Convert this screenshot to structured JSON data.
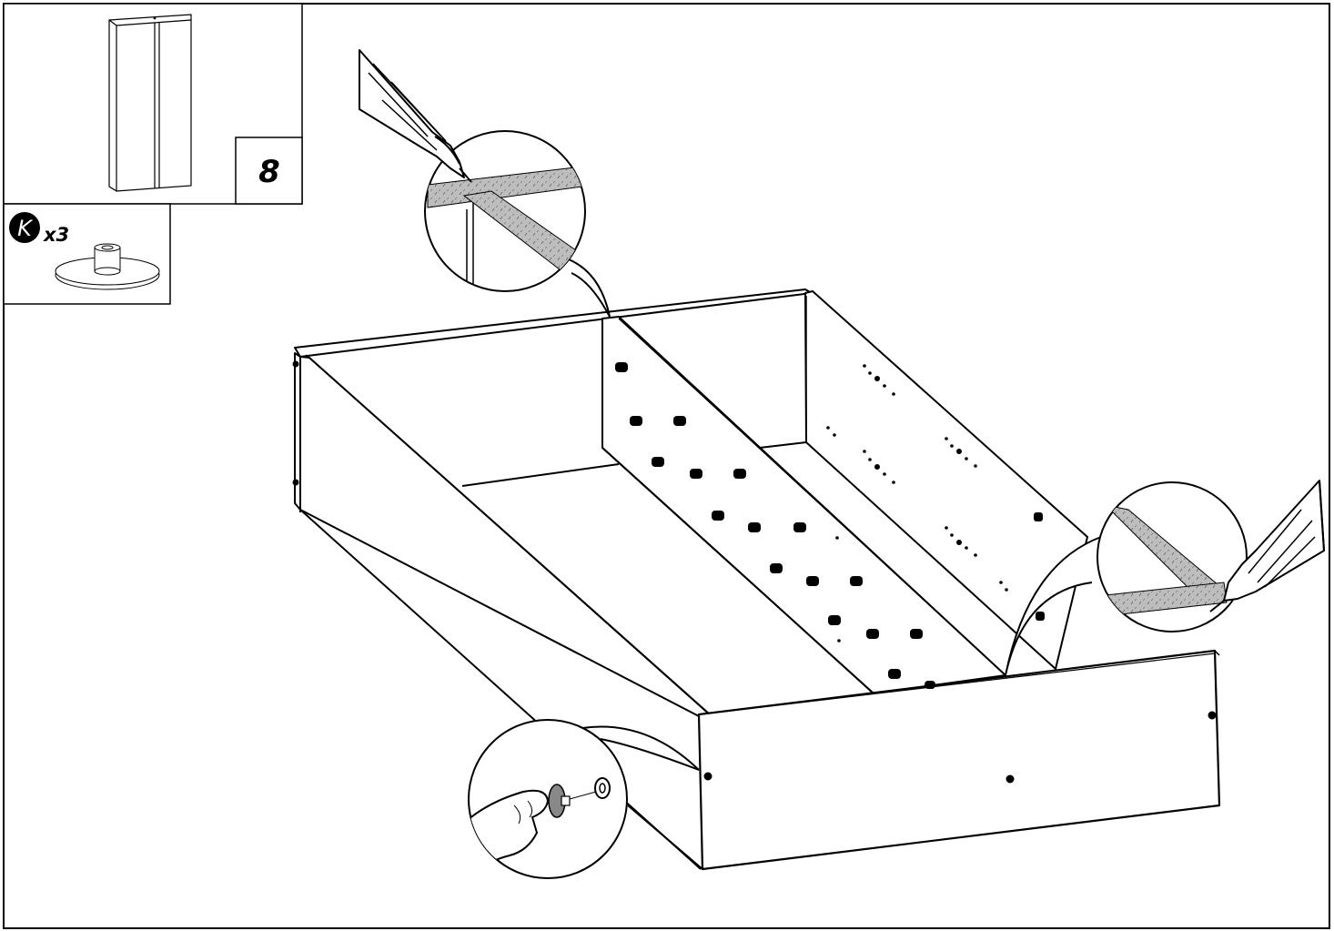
{
  "step": {
    "number": "8"
  },
  "part": {
    "letter": "K",
    "quantity": "x3"
  },
  "colors": {
    "line": "#000000",
    "paper": "#ffffff",
    "tape": "#bdbdbd"
  }
}
